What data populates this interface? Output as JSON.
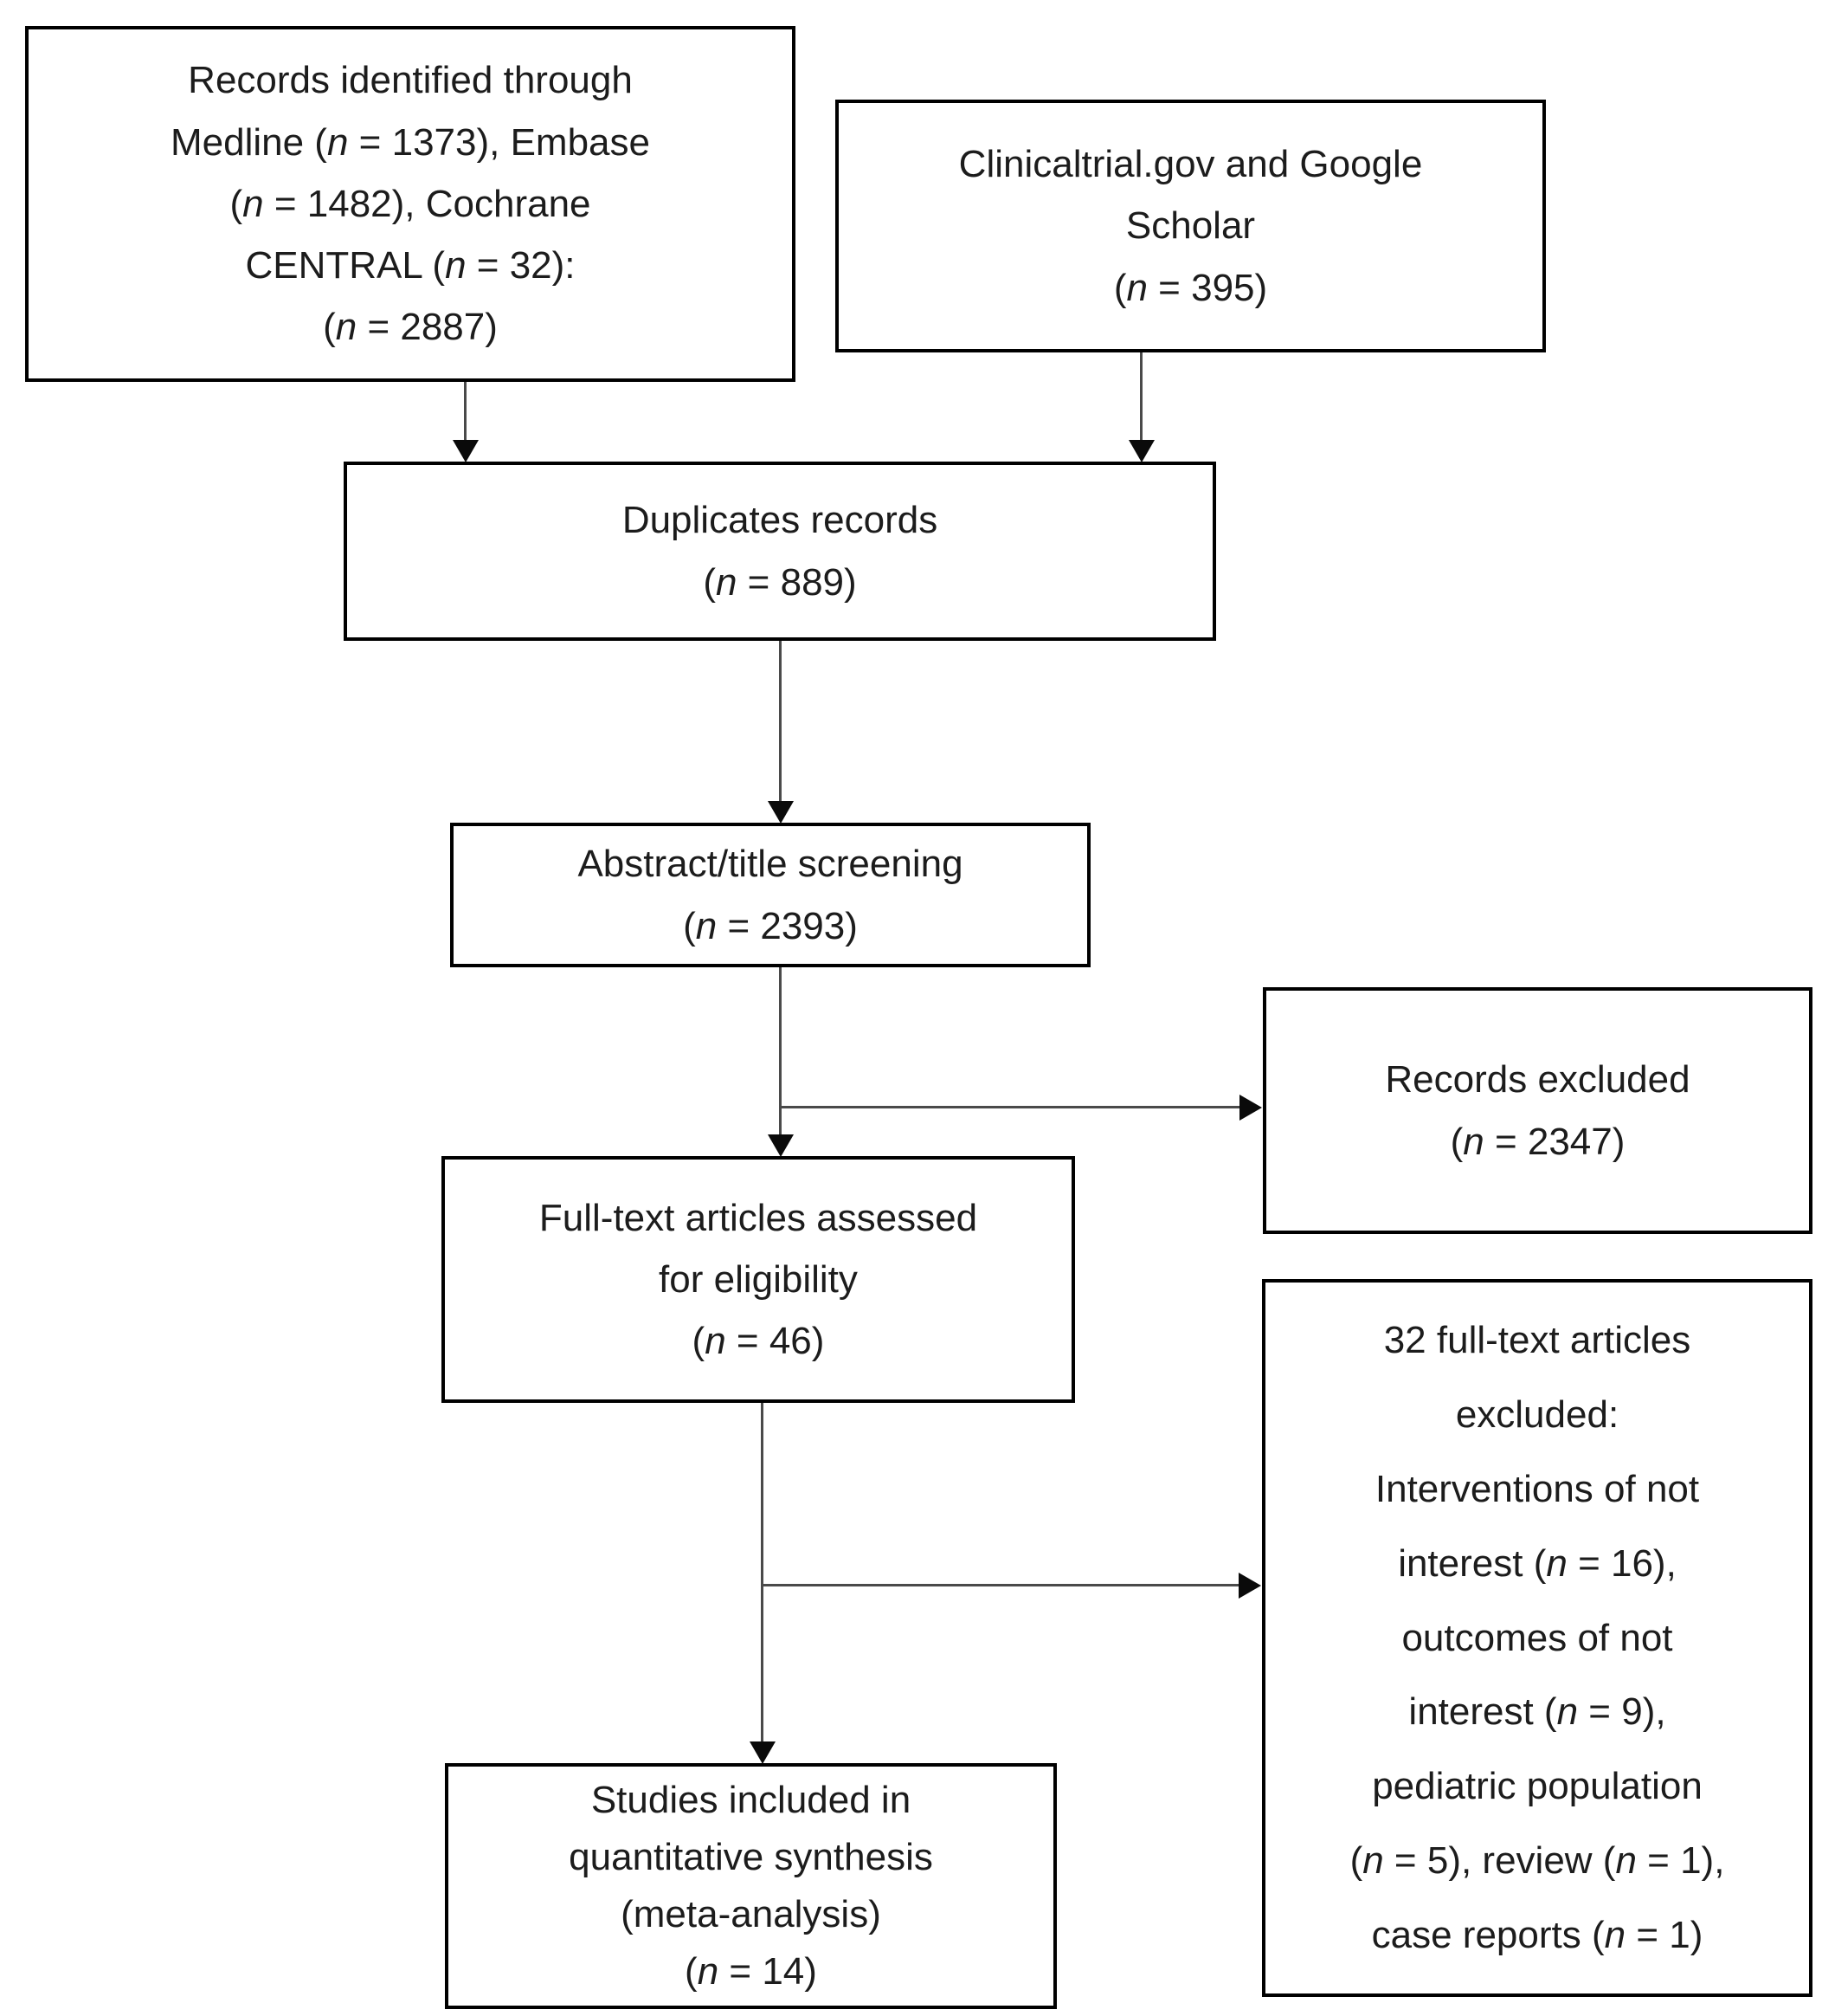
{
  "diagram": {
    "kind": "prisma-flow-diagram",
    "colors": {
      "background": "#ffffff",
      "box_border": "#000000",
      "text": "#1c1c1c",
      "connector_line": "#4a4a4a",
      "arrow_head": "#0a0a0a"
    },
    "boxes": {
      "identified": {
        "text": "Records identified through\nMedline (n = 1373), Embase\n(n = 1482), Cochrane\nCENTRAL (n = 32):\n(n = 2887)"
      },
      "registries": {
        "text": "Clinicaltrial.gov and Google\nScholar\n(n = 395)"
      },
      "duplicates": {
        "text": "Duplicates records\n(n = 889)"
      },
      "screening": {
        "text": "Abstract/title screening\n(n = 2393)"
      },
      "records_excluded": {
        "text": "Records excluded\n(n = 2347)"
      },
      "fulltext": {
        "text": "Full-text articles assessed\nfor eligibility\n(n = 46)"
      },
      "fulltext_excluded": {
        "text": "32 full-text articles\nexcluded:\nInterventions of not\ninterest (n = 16),\noutcomes of not\ninterest (n = 9),\npediatric population\n(n = 5), review (n = 1),\ncase reports (n = 1)"
      },
      "included": {
        "text": "Studies included in\nquantitative synthesis\n(meta-analysis)\n(n = 14)"
      }
    },
    "counts": {
      "medline": 1373,
      "embase": 1482,
      "cochrane_central": 32,
      "databases_total": 2887,
      "registries_total": 395,
      "duplicates": 889,
      "title_abstract_screened": 2393,
      "records_excluded": 2347,
      "fulltext_assessed": 46,
      "fulltext_excluded_total": 32,
      "excluded_interventions_not_of_interest": 16,
      "excluded_outcomes_not_of_interest": 9,
      "excluded_pediatric_population": 5,
      "excluded_review": 1,
      "excluded_case_reports": 1,
      "included_meta_analysis": 14
    }
  }
}
